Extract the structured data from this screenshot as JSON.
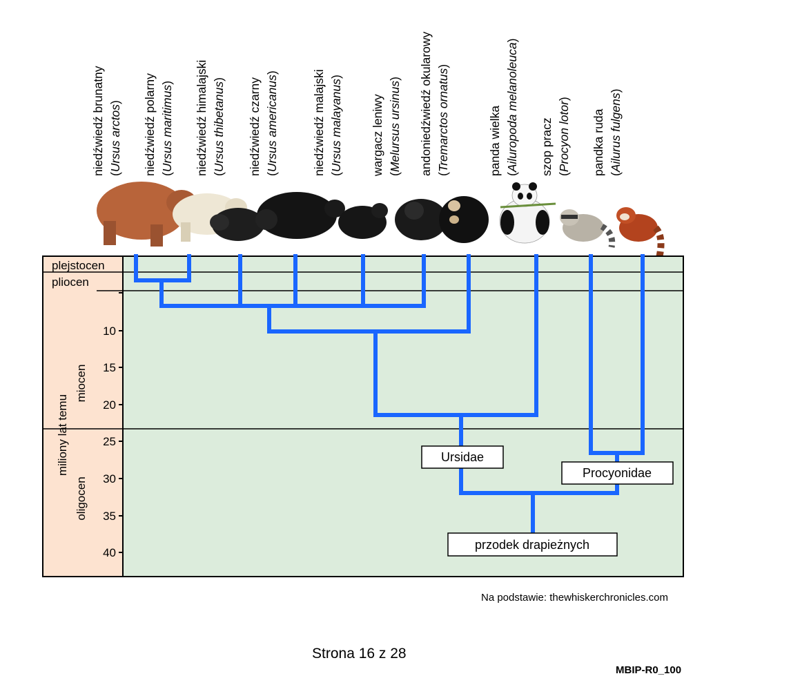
{
  "species": [
    {
      "common": "niedźwiedź brunatny",
      "latin": "Ursus arctos"
    },
    {
      "common": "niedźwiedź polarny",
      "latin": "Ursus maritimus"
    },
    {
      "common": "niedźwiedź himalajski",
      "latin": "Ursus thibetanus"
    },
    {
      "common": "niedźwiedź czarny",
      "latin": "Ursus americanus"
    },
    {
      "common": "niedźwiedź malajski",
      "latin": "Ursus malayanus"
    },
    {
      "common": "wargacz leniwy",
      "latin": "Melursus ursinus"
    },
    {
      "common": "andoniedźwiedź okularowy",
      "latin": "Tremarctos ornatus"
    },
    {
      "common": "panda wielka",
      "latin": "Ailuropoda melanoleuca"
    },
    {
      "common": "szop pracz",
      "latin": "Procyon lotor"
    },
    {
      "common": "pandka ruda",
      "latin": "Ailurus fulgens"
    }
  ],
  "epochs": {
    "pleistocene": "plejstocen",
    "pliocene": "pliocen",
    "miocene": "miocen",
    "oligocene": "oligocen"
  },
  "axis_label": "miliony lat temu",
  "ticks": [
    "10",
    "15",
    "20",
    "25",
    "30",
    "35",
    "40"
  ],
  "nodes": {
    "ursidae": "Ursidae",
    "procyonidae": "Procyonidae",
    "ancestor": "przodek drapieżnych"
  },
  "source": "Na podstawie: thewhiskerchronicles.com",
  "page": "Strona 16 z 28",
  "code": "MBIP-R0_100",
  "colors": {
    "tree": "#1a66ff",
    "plot_bg": "#dcecdc",
    "axis_bg": "#fde3d0"
  }
}
